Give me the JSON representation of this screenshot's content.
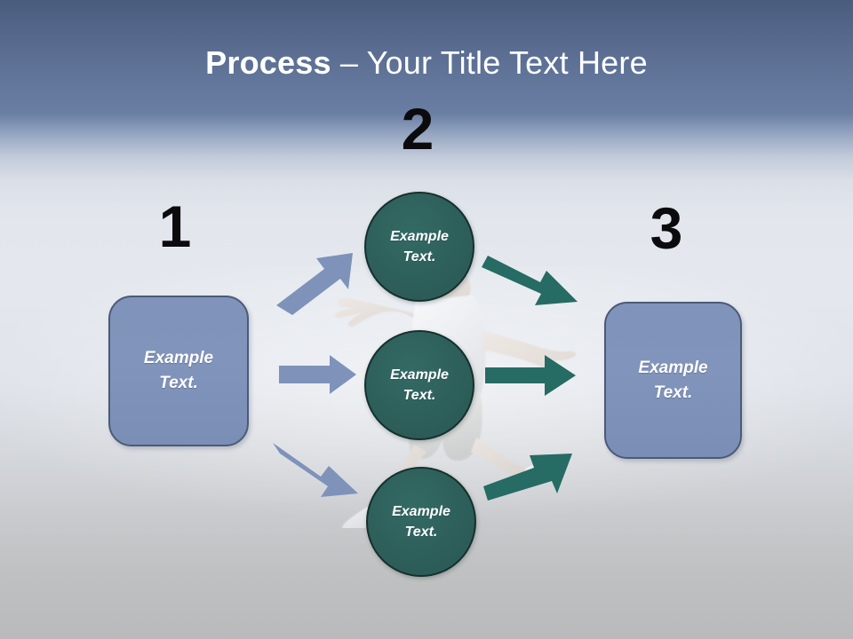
{
  "slide": {
    "title_strong": "Process",
    "title_light": " – Your Title Text Here",
    "background": {
      "sky_top_color": "#4a5c7e",
      "sky_bottom_color": "#c4c5c6",
      "photo_subject": "jumping-person-photo"
    }
  },
  "steps": [
    {
      "number": "1",
      "name": "step-one"
    },
    {
      "number": "2",
      "name": "step-two"
    },
    {
      "number": "3",
      "name": "step-three"
    }
  ],
  "nodes": {
    "left_box": {
      "line1": "Example",
      "line2": "Text.",
      "fill": "#8093ba",
      "border": "#4c5a78"
    },
    "right_box": {
      "line1": "Example",
      "line2": "Text.",
      "fill": "#8093ba",
      "border": "#4c5a78"
    },
    "circle_top": {
      "line1": "Example",
      "line2": "Text.",
      "fill": "#2e5f5a",
      "border": "#16302e"
    },
    "circle_middle": {
      "line1": "Example",
      "line2": "Text.",
      "fill": "#2e5f5a",
      "border": "#16302e"
    },
    "circle_bottom": {
      "line1": "Example",
      "line2": "Text.",
      "fill": "#2e5f5a",
      "border": "#16302e"
    }
  },
  "connectors": {
    "blue_color": "#7e92ba",
    "teal_color": "#266b64",
    "items": [
      {
        "name": "arrow-left-to-top-circle",
        "color_key": "blue",
        "direction": "up-right"
      },
      {
        "name": "arrow-left-to-middle-circle",
        "color_key": "blue",
        "direction": "right"
      },
      {
        "name": "arrow-left-to-bottom-circle",
        "color_key": "blue",
        "direction": "down-right"
      },
      {
        "name": "arrow-top-circle-to-right",
        "color_key": "teal",
        "direction": "down-right"
      },
      {
        "name": "arrow-middle-circle-to-right",
        "color_key": "teal",
        "direction": "right"
      },
      {
        "name": "arrow-bottom-circle-to-right",
        "color_key": "teal",
        "direction": "up-right"
      }
    ]
  },
  "colors": {
    "title_text": "#ffffff",
    "number_text": "#0b0b0d",
    "node_text": "#ffffff"
  }
}
